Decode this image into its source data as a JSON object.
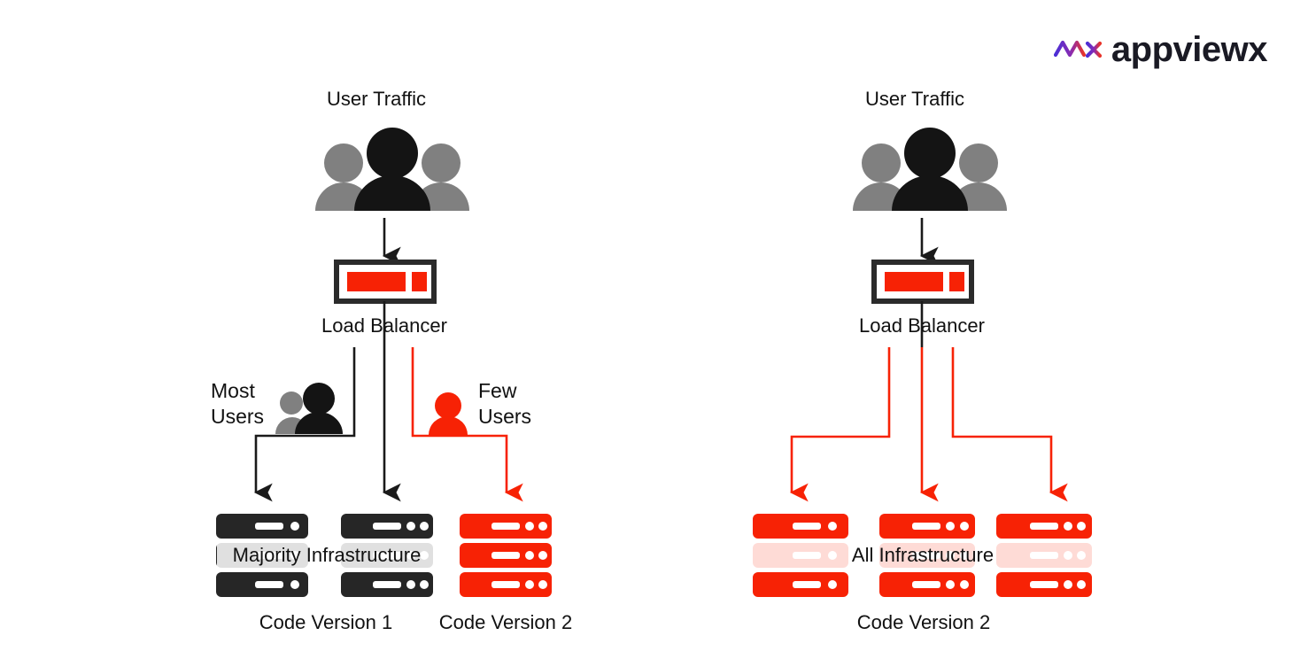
{
  "brand": {
    "name": "appviewx",
    "mark_icon": "appviewx-wave-mark",
    "gradient_from": "#4b2fd6",
    "gradient_to": "#e8342a"
  },
  "colors": {
    "red": "#F72205",
    "dark": "#262626",
    "black": "#111111",
    "gray": "#808080",
    "white": "#FFFFFF"
  },
  "panels": [
    {
      "id": "canary",
      "user_traffic_label": "User Traffic",
      "users_icon": "user-group-icon",
      "load_balancer_label": "Load Balancer",
      "load_balancer_icon": "load-balancer-icon",
      "branch_labels": [
        {
          "id": "most-users",
          "text_line1": "Most",
          "text_line2": "Users",
          "icon": "two-users-icon",
          "color": "#262626"
        },
        {
          "id": "few-users",
          "text_line1": "Few",
          "text_line2": "Users",
          "icon": "single-user-icon",
          "color": "#F72205"
        }
      ],
      "infrastructure_band": "Majority Infrastructure",
      "stacks": [
        {
          "id": "stack-v1-a",
          "color": "#262626",
          "dots": 1,
          "rows": 3
        },
        {
          "id": "stack-v1-b",
          "color": "#262626",
          "dots": 2,
          "rows": 3
        },
        {
          "id": "stack-v2",
          "color": "#F72205",
          "dots": 2,
          "rows": 3
        }
      ],
      "version_labels": [
        {
          "id": "code-version-1",
          "text": "Code Version 1"
        },
        {
          "id": "code-version-2",
          "text": "Code Version 2"
        }
      ]
    },
    {
      "id": "full-rollout",
      "user_traffic_label": "User Traffic",
      "users_icon": "user-group-icon",
      "load_balancer_label": "Load Balancer",
      "load_balancer_icon": "load-balancer-icon",
      "branch_labels": [],
      "infrastructure_band": "All Infrastructure",
      "stacks": [
        {
          "id": "stack-all-a",
          "color": "#F72205",
          "dots": 1,
          "rows": 3
        },
        {
          "id": "stack-all-b",
          "color": "#F72205",
          "dots": 2,
          "rows": 3
        },
        {
          "id": "stack-all-c",
          "color": "#F72205",
          "dots": 2,
          "rows": 3
        }
      ],
      "version_labels": [
        {
          "id": "code-version-2-right",
          "text": "Code Version 2"
        }
      ]
    }
  ],
  "chart_data": {
    "type": "diagram",
    "title": "Canary deployment versus full rollout",
    "left_panel": {
      "traffic_split": [
        {
          "target": "Code Version 1",
          "share": "Most Users",
          "arrows": 2,
          "color": "#262626"
        },
        {
          "target": "Code Version 2",
          "share": "Few Users",
          "arrows": 1,
          "color": "#F72205"
        }
      ]
    },
    "right_panel": {
      "traffic_split": [
        {
          "target": "Code Version 2",
          "share": "All Infrastructure",
          "arrows": 3,
          "color": "#F72205"
        }
      ]
    }
  }
}
